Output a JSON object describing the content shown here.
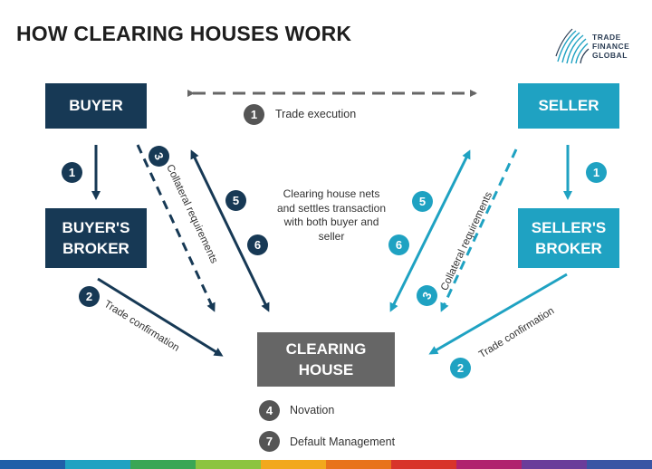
{
  "title": "HOW CLEARING HOUSES WORK",
  "logo": {
    "lines": [
      "TRADE",
      "FINANCE",
      "GLOBAL"
    ]
  },
  "boxes": {
    "buyer": "BUYER",
    "seller": "SELLER",
    "buyers_broker_line1": "BUYER'S",
    "buyers_broker_line2": "BROKER",
    "sellers_broker_line1": "SELLER'S",
    "sellers_broker_line2": "BROKER",
    "clearing_line1": "CLEARING",
    "clearing_line2": "HOUSE"
  },
  "steps": {
    "trade_execution": {
      "num": "1",
      "label": "Trade execution"
    },
    "buyer_to_broker": {
      "num": "1"
    },
    "seller_to_broker": {
      "num": "1"
    },
    "buyer_confirmation": {
      "num": "2",
      "label": "Trade confirmation"
    },
    "seller_confirmation": {
      "num": "2",
      "label": "Trade confirmation"
    },
    "buyer_collateral": {
      "num": "3",
      "label": "Collateral requirements"
    },
    "seller_collateral": {
      "num": "3",
      "label": "Collateral requirements"
    },
    "buyer_nets": {
      "num": "5"
    },
    "buyer_settles": {
      "num": "6"
    },
    "seller_nets": {
      "num": "5"
    },
    "seller_settles": {
      "num": "6"
    },
    "novation": {
      "num": "4",
      "label": "Novation"
    },
    "default_mgmt": {
      "num": "7",
      "label": "Default Management"
    }
  },
  "center_note": {
    "line1": "Clearing house nets",
    "line2": "and settles transaction",
    "line3": "with both buyer and",
    "line4": "seller"
  },
  "colors": {
    "dark": "#173955",
    "teal": "#1fa2c2",
    "grey": "#666666",
    "footer": [
      "#1f5fa8",
      "#1fa2c2",
      "#3aa655",
      "#8cc43f",
      "#f2a81d",
      "#e8731c",
      "#d8342a",
      "#b0226e",
      "#6a3d9a",
      "#3a55a4"
    ]
  }
}
